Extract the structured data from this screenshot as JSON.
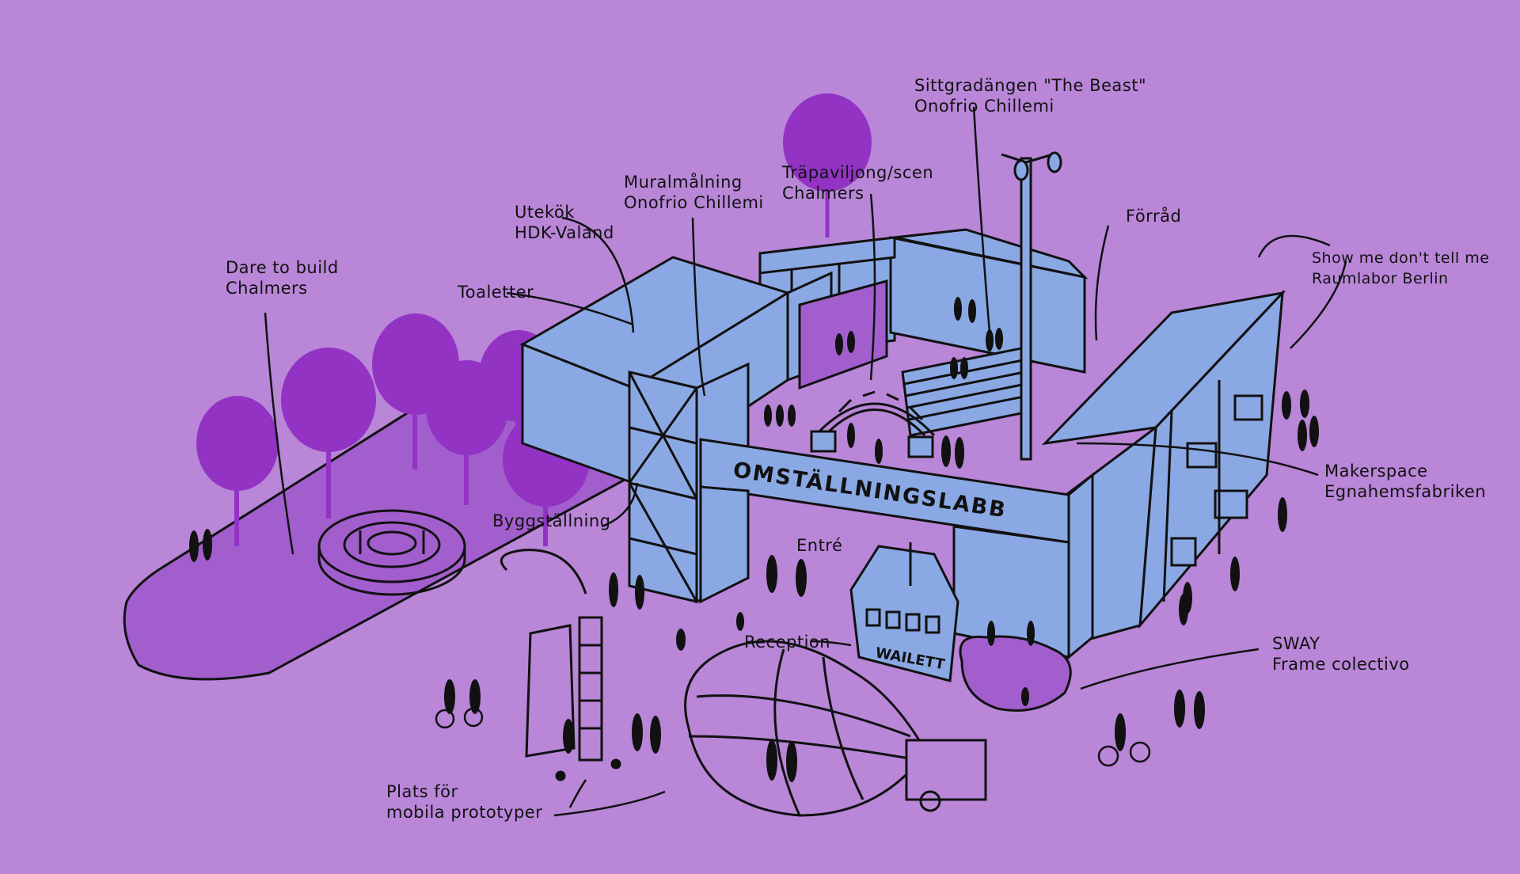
{
  "colors": {
    "background": "#b986d8",
    "building": "#8aa8e4",
    "tree": "#9233c4",
    "ground_patch": "#a25ecd",
    "ink": "#111111"
  },
  "sign": {
    "text": "OMSTÄLLNINGSLABB"
  },
  "kiosk": {
    "text": "WAILETT"
  },
  "labels": {
    "dare_to_build": {
      "line1": "Dare to build",
      "line2": "Chalmers"
    },
    "utekok": {
      "line1": "Utekök",
      "line2": "HDK-Valand"
    },
    "muralmalning": {
      "line1": "Muralmålning",
      "line2": "Onofrio Chillemi"
    },
    "trapaviljong": {
      "line1": "Träpaviljong/scen",
      "line2": "Chalmers"
    },
    "sittgradangen": {
      "line1": "Sittgradängen \"The Beast\"",
      "line2": "Onofrio Chillemi"
    },
    "forrad": {
      "line1": "Förråd"
    },
    "show_me": {
      "line1": "Show me don't tell me",
      "line2": "Raumlabor Berlin"
    },
    "toaletter": {
      "line1": "Toaletter"
    },
    "byggstallning": {
      "line1": "Byggställning"
    },
    "entre": {
      "line1": "Entré"
    },
    "reception": {
      "line1": "Reception"
    },
    "makerspace": {
      "line1": "Makerspace",
      "line2": "Egnahemsfabriken"
    },
    "sway": {
      "line1": "SWAY",
      "line2": "Frame colectivo"
    },
    "plats": {
      "line1": "Plats för",
      "line2": "mobila prototyper"
    }
  }
}
